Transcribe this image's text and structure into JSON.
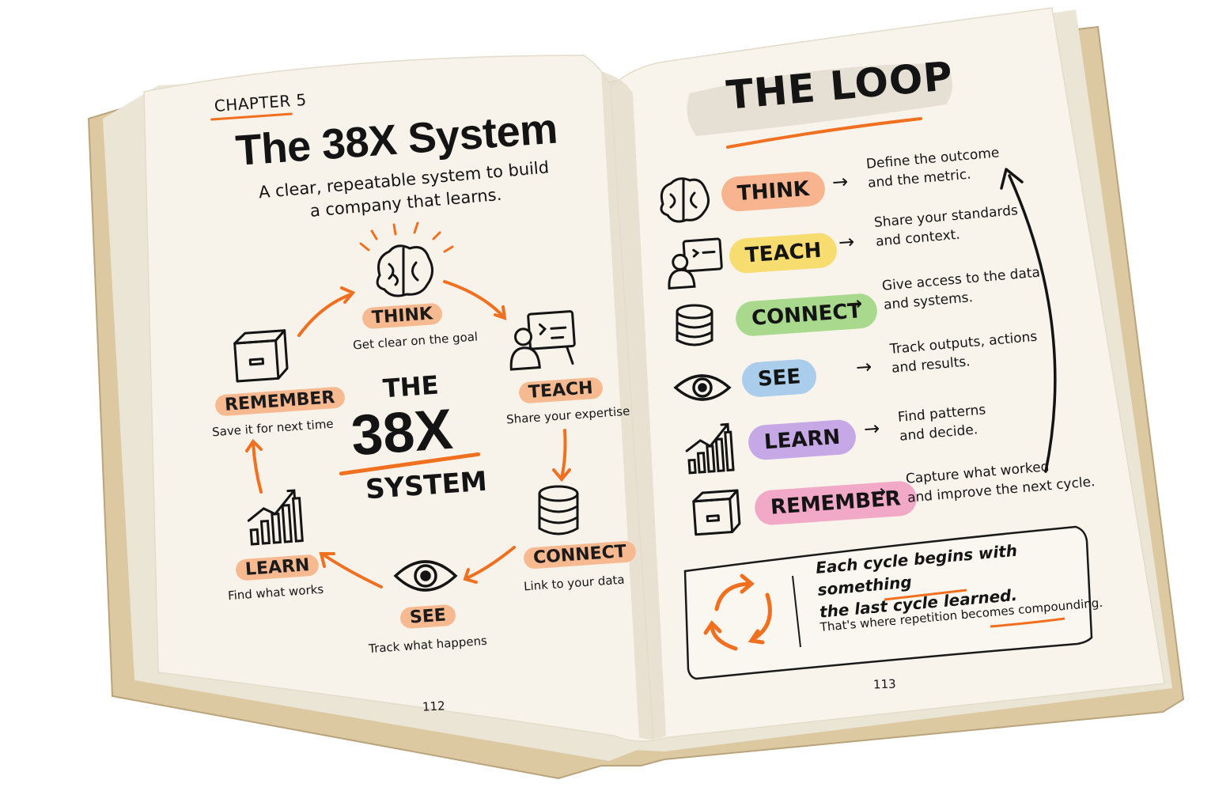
{
  "left_page": {
    "chapter": "CHAPTER 5",
    "title": "The 38X System",
    "subtitle": "A clear, repeatable system to build a company that learns.",
    "center": {
      "the": "THE",
      "number": "38X",
      "system": "SYSTEM"
    },
    "cycle": [
      {
        "label": "THINK",
        "caption": "Get clear on the goal",
        "icon": "brain-icon"
      },
      {
        "label": "TEACH",
        "caption": "Share your expertise",
        "icon": "teacher-icon"
      },
      {
        "label": "CONNECT",
        "caption": "Link to your data",
        "icon": "database-icon"
      },
      {
        "label": "SEE",
        "caption": "Track what happens",
        "icon": "eye-icon"
      },
      {
        "label": "LEARN",
        "caption": "Find what works",
        "icon": "growth-chart-icon"
      },
      {
        "label": "REMEMBER",
        "caption": "Save it for next time",
        "icon": "archive-box-icon"
      }
    ],
    "page_number": "112"
  },
  "right_page": {
    "title": "THE LOOP",
    "steps": [
      {
        "label": "THINK",
        "desc1": "Define the outcome",
        "desc2": "and the metric.",
        "color": "#f7b48e",
        "icon": "brain-icon"
      },
      {
        "label": "TEACH",
        "desc1": "Share your standards",
        "desc2": "and context.",
        "color": "#f7dc6f",
        "icon": "teacher-icon"
      },
      {
        "label": "CONNECT",
        "desc1": "Give access to the data",
        "desc2": "and systems.",
        "color": "#a9d98c",
        "icon": "database-icon"
      },
      {
        "label": "SEE",
        "desc1": "Track outputs, actions",
        "desc2": "and results.",
        "color": "#a9cdea",
        "icon": "eye-icon"
      },
      {
        "label": "LEARN",
        "desc1": "Find patterns",
        "desc2": "and decide.",
        "color": "#c6a8e6",
        "icon": "growth-chart-icon"
      },
      {
        "label": "REMEMBER",
        "desc1": "Capture what worked",
        "desc2": "and improve the next cycle.",
        "color": "#f2a9c8",
        "icon": "archive-box-icon"
      }
    ],
    "callout": {
      "line1": "Each cycle begins with something",
      "line2": "the last cycle learned.",
      "sub": "That's where repetition becomes compounding."
    },
    "page_number": "113"
  },
  "colors": {
    "accent": "#f07020",
    "paper": "#f6f1e7",
    "cover": "#dccaa5"
  }
}
